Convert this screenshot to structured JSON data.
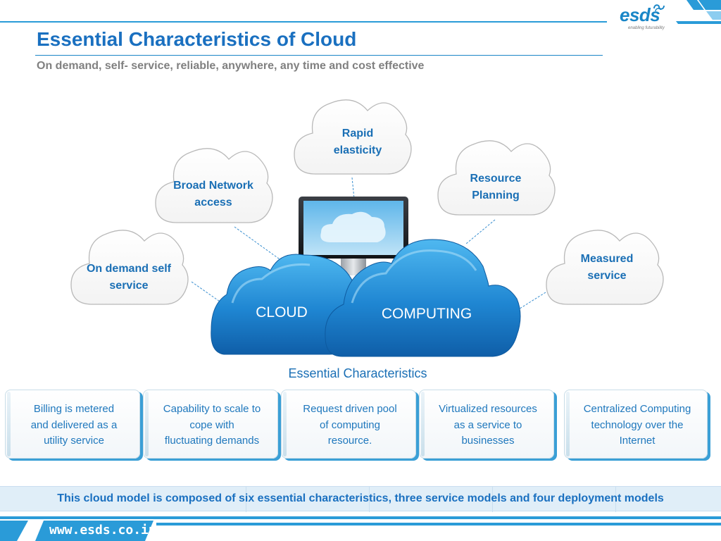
{
  "header": {
    "logo_text": "esds",
    "logo_tagline": "enabling futurability",
    "title": "Essential Characteristics of Cloud",
    "subtitle": "On demand, self- service, reliable, anywhere, any time and cost effective"
  },
  "diagram": {
    "center_left_label": "CLOUD",
    "center_right_label": "COMPUTING",
    "characteristics": [
      {
        "line1": "On demand self",
        "line2": "service"
      },
      {
        "line1": "Broad Network",
        "line2": "access"
      },
      {
        "line1": "Rapid",
        "line2": "elasticity"
      },
      {
        "line1": "Resource",
        "line2": "Planning"
      },
      {
        "line1": "Measured",
        "line2": "service"
      }
    ]
  },
  "section_caption": "Essential Characteristics",
  "cards": [
    {
      "line1": "Billing is metered",
      "line2": "and delivered as a",
      "line3": "utility service"
    },
    {
      "line1": "Capability to scale to",
      "line2": "cope with",
      "line3": "fluctuating demands"
    },
    {
      "line1": "Request driven pool",
      "line2": "of computing",
      "line3": "resource."
    },
    {
      "line1": "Virtualized resources",
      "line2": "as a service to",
      "line3": "businesses"
    },
    {
      "line1": "Centralized Computing",
      "line2": "technology over the",
      "line3": "Internet"
    }
  ],
  "banner": {
    "text": "This cloud model is composed of six essential characteristics, three service models and four deployment models"
  },
  "footer": {
    "url": "www.esds.co.in"
  },
  "colors": {
    "brand_blue": "#1a86c7",
    "title_blue": "#1a70c0",
    "label_blue": "#1a6fb5",
    "subtitle_gray": "#808080",
    "banner_bg": "#e0eef8"
  }
}
